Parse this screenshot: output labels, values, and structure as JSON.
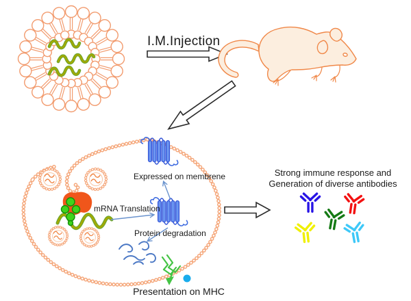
{
  "figure": {
    "type": "scientific-diagram",
    "topic": "mRNA vaccine mechanism: lipid nanoparticle delivery, intramuscular injection, cellular expression and antigen presentation"
  },
  "labels": {
    "injection": "I.M.Injection",
    "expressed_on_membrane": "Expressed on membrene",
    "mrna_translation": "mRNA Translation",
    "protein_degradation": "Protein degradation",
    "presentation_on_mhc": "Presentation on MHC",
    "immune_response_line1": "Strong immune response and",
    "immune_response_line2": "Generation of diverse antibodies"
  },
  "colors": {
    "lipid_orange": "#F29B6E",
    "membrane_orange": "#F5A87C",
    "mouse_outline": "#F08747",
    "mouse_fill": "#FCEEDF",
    "mrna_olive": "#A8A800",
    "mrna_green": "#6CA82F",
    "protein_blue_fill": "#6C96F0",
    "protein_blue_stroke": "#3355D8",
    "label_arrow_blue": "#6A93CE",
    "peptide_blue": "#4A77C4",
    "ribosome_orange": "#F0561B",
    "trna_green": "#3FD41C",
    "mhc_green": "#44C444",
    "epitope_cyan": "#19ACEC",
    "outline_arrow": "#2A2A2A",
    "text_black": "#1A1A1A"
  },
  "antibodies": [
    {
      "name": "antibody-blue",
      "color": "#2814E6"
    },
    {
      "name": "antibody-red",
      "color": "#F31111"
    },
    {
      "name": "antibody-green",
      "color": "#157A15"
    },
    {
      "name": "antibody-yellow",
      "color": "#F0F000"
    },
    {
      "name": "antibody-cyan",
      "color": "#3EC8F8"
    }
  ]
}
